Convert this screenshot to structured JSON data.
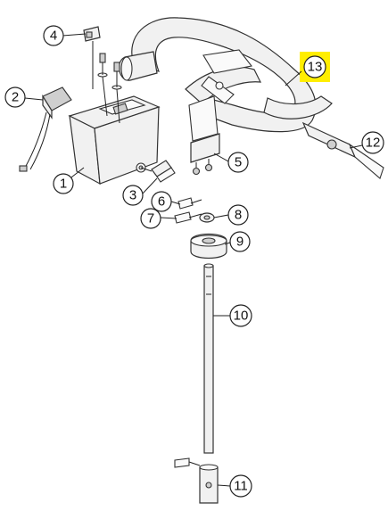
{
  "diagram": {
    "callouts": [
      {
        "id": "c1",
        "number": "1"
      },
      {
        "id": "c2",
        "number": "2"
      },
      {
        "id": "c3",
        "number": "3"
      },
      {
        "id": "c4",
        "number": "4"
      },
      {
        "id": "c5",
        "number": "5"
      },
      {
        "id": "c6",
        "number": "6"
      },
      {
        "id": "c7",
        "number": "7"
      },
      {
        "id": "c8",
        "number": "8"
      },
      {
        "id": "c9",
        "number": "9"
      },
      {
        "id": "c10",
        "number": "10"
      },
      {
        "id": "c11",
        "number": "11"
      },
      {
        "id": "c12",
        "number": "12"
      },
      {
        "id": "c13",
        "number": "13"
      }
    ],
    "colors": {
      "highlight": "#ffee00",
      "line": "#333333",
      "part_fill": "#f1f1f1"
    }
  }
}
